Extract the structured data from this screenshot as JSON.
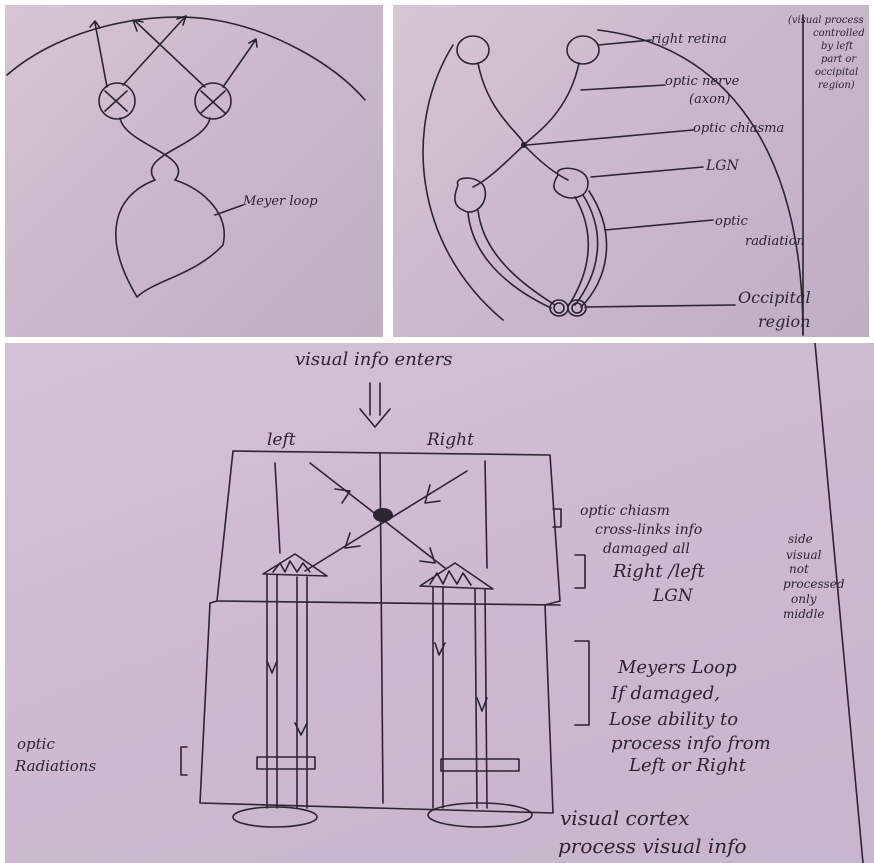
{
  "panel1": {
    "meyer_label": "Meyer loop"
  },
  "panel2": {
    "right_retina": "right retina",
    "visual_note": [
      "(visual process",
      "controlled",
      "by left",
      "part or",
      "occipital",
      "region)"
    ],
    "optic_nerve": [
      "optic nerve",
      "(axon)"
    ],
    "optic_chiasma": "optic chiasma",
    "lgn": "LGN",
    "optic_radiation": [
      "optic",
      "radiation"
    ],
    "occipital_region": [
      "Occipital",
      "region"
    ]
  },
  "panel3": {
    "title": "visual info enters",
    "left": "left",
    "right": "Right",
    "chiasm_note": [
      "optic chiasm",
      "cross-links info",
      "damaged all"
    ],
    "side_note": [
      "side",
      "visual",
      "not",
      "processed",
      "only",
      "middle"
    ],
    "lgn_note": [
      "Right /left",
      "LGN"
    ],
    "meyers_note": [
      "Meyers Loop",
      "If damaged,",
      "Lose ability to",
      "process info from",
      "Left or Right"
    ],
    "optic_rad": [
      "optic",
      "Radiations"
    ],
    "cortex_note": [
      "visual cortex",
      "process visual info"
    ]
  }
}
